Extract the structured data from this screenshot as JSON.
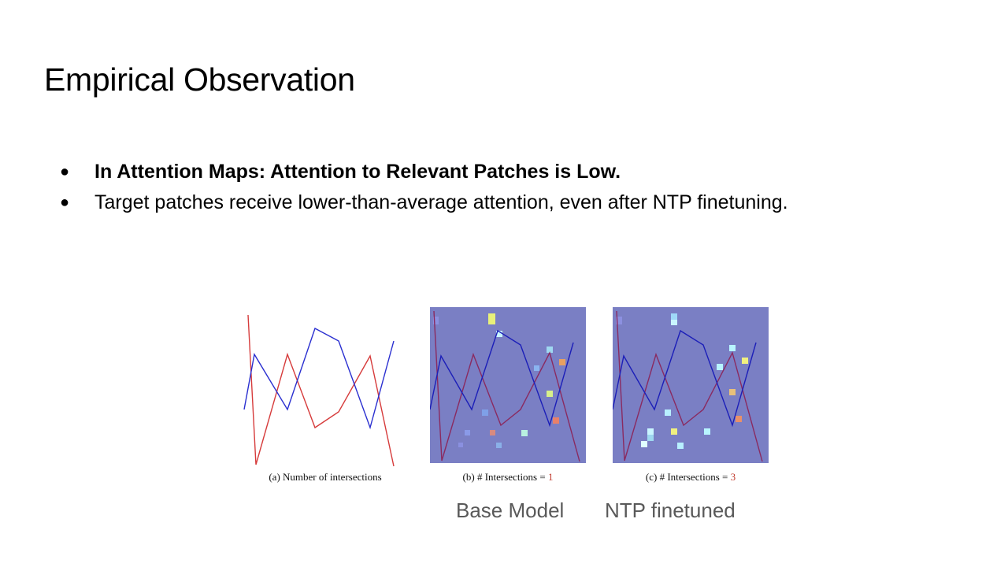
{
  "slide": {
    "title": "Empirical Observation",
    "bullets": [
      {
        "text": "In Attention Maps: Attention to Relevant Patches is Low.",
        "bold": true
      },
      {
        "text": "Target patches receive lower-than-average attention, even after NTP finetuning.",
        "bold": false
      }
    ],
    "bullet_glyph": "●"
  },
  "figure": {
    "panels": [
      {
        "caption": "(a) Number of intersections",
        "caption_prefix": "",
        "caption_number": ""
      },
      {
        "caption": "(b) # Intersections = ",
        "caption_number": "1"
      },
      {
        "caption": "(c) # Intersections = ",
        "caption_number": "3"
      }
    ],
    "labels": {
      "base": "Base Model",
      "ntp": "NTP finetuned"
    },
    "colors": {
      "red_line": "#d63b3b",
      "blue_line": "#2a2fd0",
      "attention_bg": "#7a7fc4",
      "caption_number": "#c0392b"
    }
  }
}
